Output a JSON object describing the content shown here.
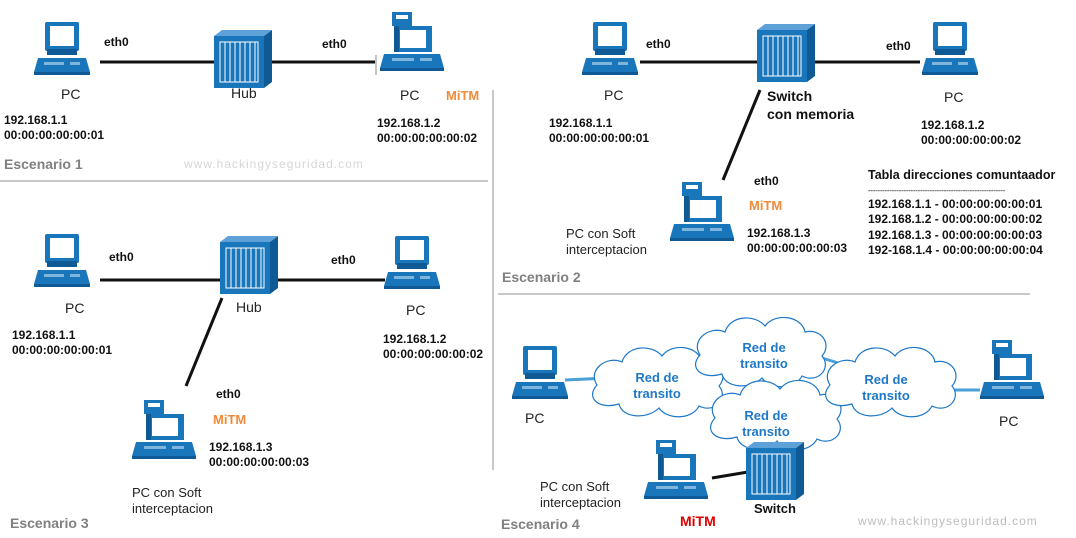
{
  "watermark": "www.hackingyseguridad.com",
  "mitm_label": "MiTM",
  "colors": {
    "device_blue": "#1976bb",
    "mitm_orange": "#f08a3c",
    "mitm_red": "#e00000",
    "cloud_text": "#1f78c8",
    "scenario_gray": "#808080"
  },
  "scenario1": {
    "title": "Escenario 1",
    "eth_left": "eth0",
    "eth_right": "eth0",
    "pc_left": "PC",
    "hub": "Hub",
    "pc_right": "PC",
    "ip1": "192.168.1.1",
    "mac1": "00:00:00:00:00:01",
    "ip2": "192.168.1.2",
    "mac2": "00:00:00:00:00:02"
  },
  "scenario2": {
    "title": "Escenario 2",
    "eth_left": "eth0",
    "eth_right": "eth0",
    "eth_sniffer": "eth0",
    "pc_left": "PC",
    "switch_line1": "Switch",
    "switch_line2": "con memoria",
    "pc_right": "PC",
    "sniffer_line1": "PC con Soft",
    "sniffer_line2": "interceptacion",
    "ip1": "192.168.1.1",
    "mac1": "00:00:00:00:00:01",
    "ip2": "192.168.1.2",
    "mac2": "00:00:00:00:00:02",
    "ip3": "192.168.1.3",
    "mac3": "00:00:00:00:00:03",
    "table_title": "Tabla direcciones comuntaador",
    "table_sep": "----------------------------------------------------------",
    "table_rows": [
      "192.168.1.1 - 00:00:00:00:00:01",
      "192.168.1.2 - 00:00:00:00:00:02",
      "192.168.1.3 - 00:00:00:00:00:03",
      "192-168.1.4 - 00:00:00:00:00:04"
    ]
  },
  "scenario3": {
    "title": "Escenario 3",
    "eth_left": "eth0",
    "eth_right": "eth0",
    "eth_sniffer": "eth0",
    "pc_left": "PC",
    "hub": "Hub",
    "pc_right": "PC",
    "sniffer_line1": "PC con Soft",
    "sniffer_line2": "interceptacion",
    "ip1": "192.168.1.1",
    "mac1": "00:00:00:00:00:01",
    "ip2": "192.168.1.2",
    "mac2": "00:00:00:00:00:02",
    "ip3": "192.168.1.3",
    "mac3": "00:00:00:00:00:03"
  },
  "scenario4": {
    "title": "Escenario 4",
    "pc_left": "PC",
    "pc_right": "PC",
    "switch": "Switch",
    "sniffer_line1": "PC con Soft",
    "sniffer_line2": "interceptacion",
    "cloud_line1": "Red de",
    "cloud_line2": "transito"
  }
}
